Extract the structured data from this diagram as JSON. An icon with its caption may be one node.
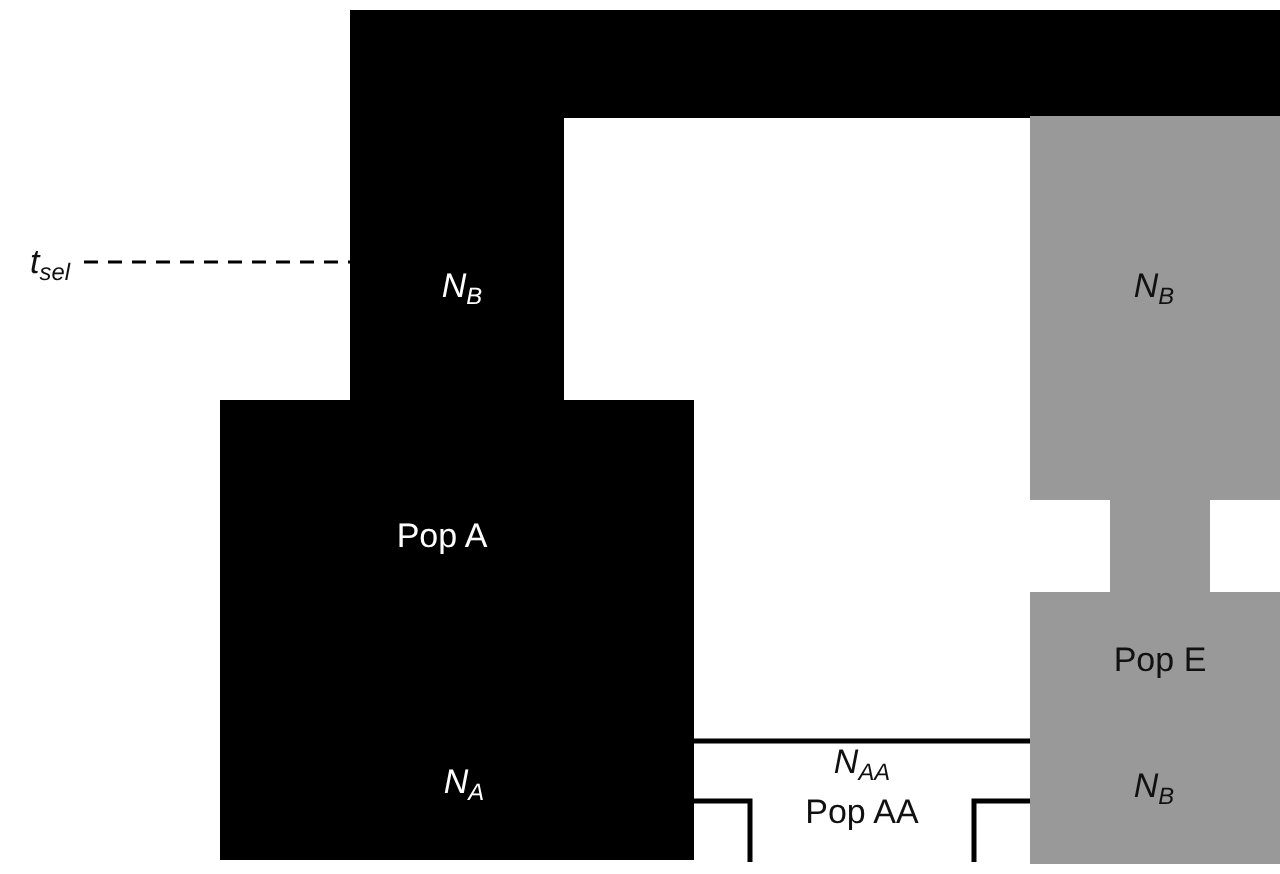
{
  "diagram": {
    "nodes": [
      {
        "text": [],
        "shape": "bar"
      },
      {
        "text": [
          "N$_{B}$",
          "Pop A",
          "N$_{A}$"
        ]
      },
      {
        "text": [
          "N$_{B}$",
          "Pop E",
          "N$_{B}$"
        ]
      },
      {
        "text": [
          "N$_{AA}$",
          "Pop AA"
        ]
      },
      {
        "text": [
          "t$_{sel}$"
        ]
      }
    ],
    "edges": [
      {
        "from": 4,
        "to": 1,
        "arrow": "none",
        "style": "dashed"
      }
    ]
  }
}
